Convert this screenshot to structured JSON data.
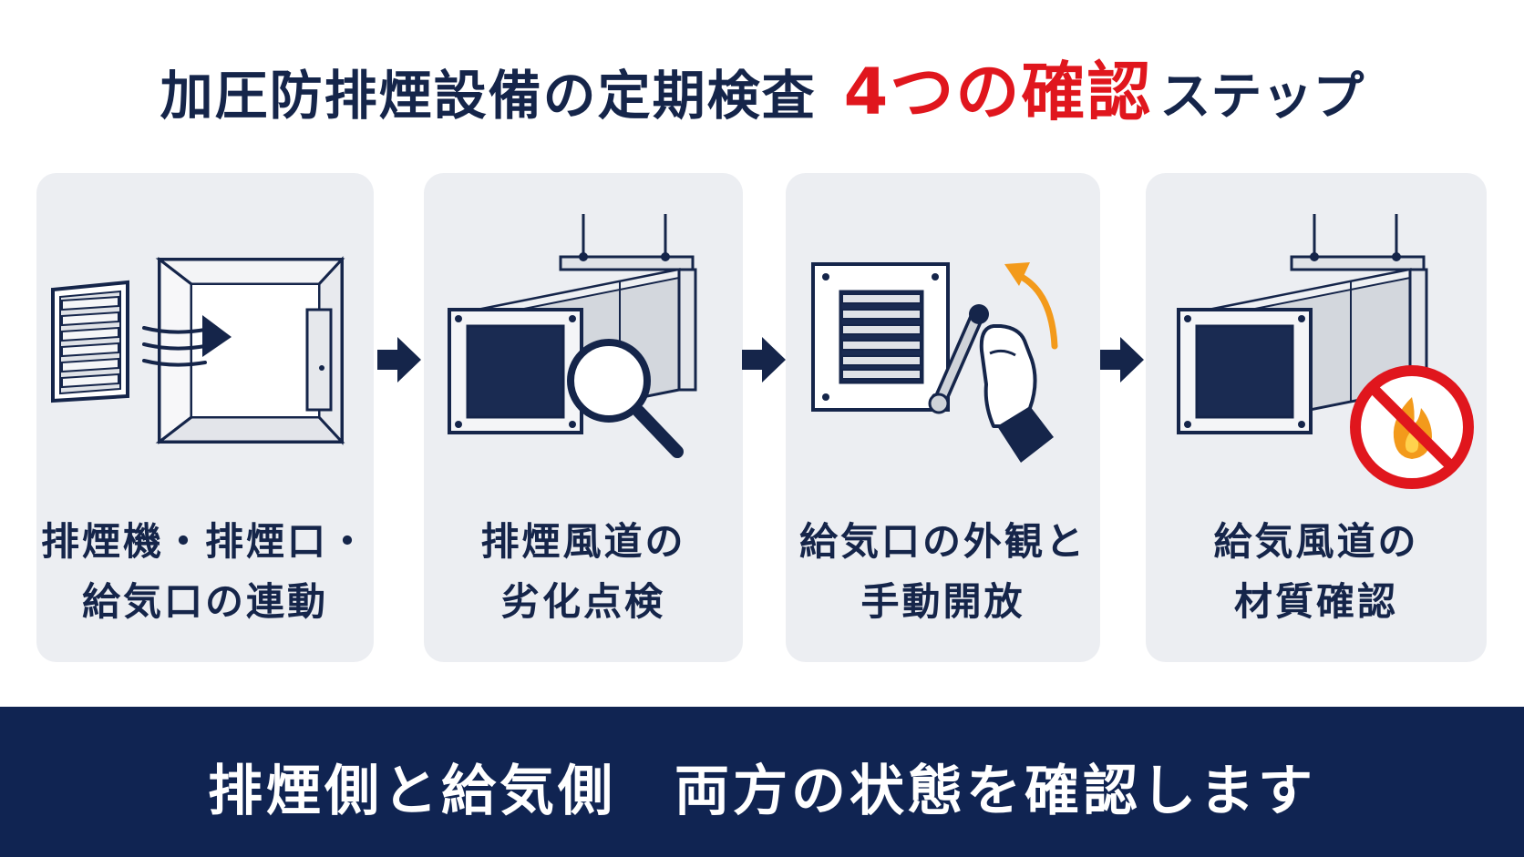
{
  "title": {
    "main": "加圧防排煙設備の定期検査",
    "accent": "4つの確認",
    "tail": "ステップ"
  },
  "steps": [
    {
      "line1": "排煙機・排煙口・",
      "line2": "給気口の連動",
      "icon": "damper-grille-airflow-icon"
    },
    {
      "line1": "排煙風道の",
      "line2": "劣化点検",
      "icon": "duct-magnifier-icon"
    },
    {
      "line1": "給気口の外観と",
      "line2": "手動開放",
      "icon": "grille-manual-lever-icon"
    },
    {
      "line1": "給気風道の",
      "line2": "材質確認",
      "icon": "duct-no-fire-icon"
    }
  ],
  "footer": {
    "text": "排煙側と給気側　両方の状態を確認します"
  },
  "colors": {
    "navy": "#15254a",
    "banner": "#102452",
    "accent_red": "#e0161d",
    "card": "#eceef2",
    "orange": "#f39a1b"
  }
}
